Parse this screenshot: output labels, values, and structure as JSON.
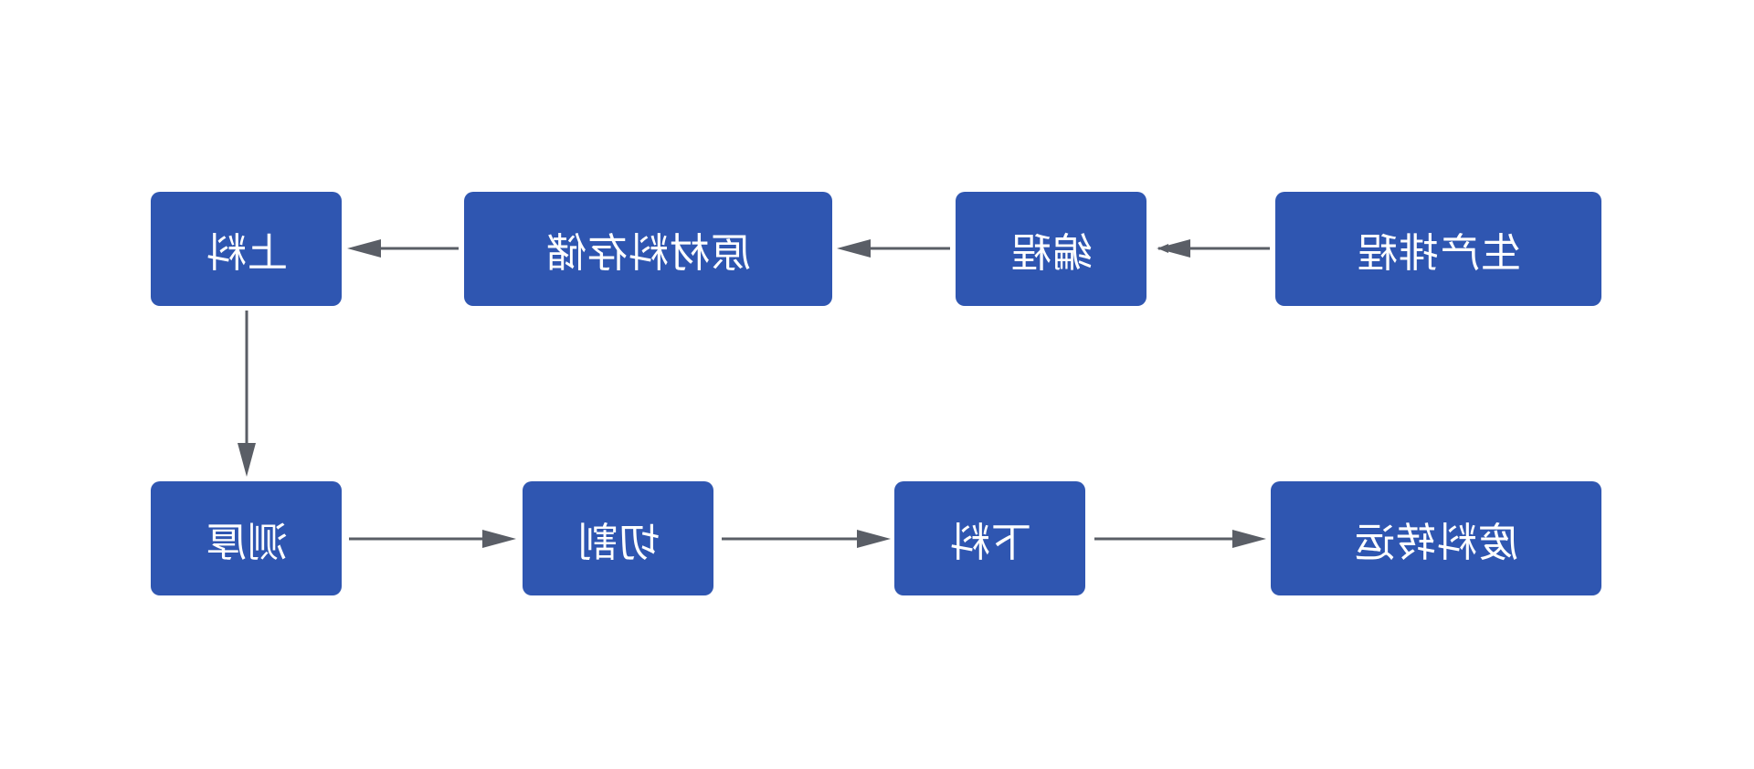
{
  "colors": {
    "node_fill": "#2f56b1",
    "node_text": "#ffffff",
    "arrow": "#5a5e66",
    "background": "#ffffff"
  },
  "nodes": {
    "scheduling": "生产排程",
    "programming": "编程",
    "storage": "原材料存储",
    "loading": "上料",
    "thickness": "测厚",
    "cutting": "切割",
    "unloading": "下料",
    "waste": "废料转运"
  },
  "edges": [
    {
      "from": "scheduling",
      "to": "programming"
    },
    {
      "from": "programming",
      "to": "storage"
    },
    {
      "from": "storage",
      "to": "loading"
    },
    {
      "from": "loading",
      "to": "thickness"
    },
    {
      "from": "thickness",
      "to": "cutting"
    },
    {
      "from": "cutting",
      "to": "unloading"
    },
    {
      "from": "unloading",
      "to": "waste"
    }
  ]
}
